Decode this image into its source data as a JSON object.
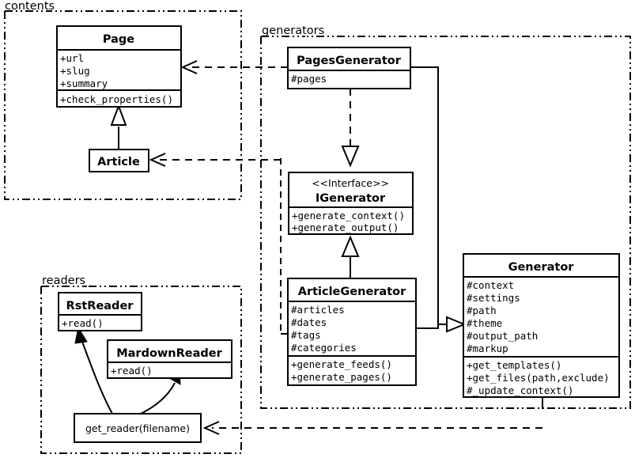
{
  "diagram": {
    "title": "UML class diagram",
    "stroke_color": "#000000",
    "background_color": "#ffffff"
  },
  "packages": [
    {
      "id": "contents",
      "label": "contents"
    },
    {
      "id": "generators",
      "label": "generators"
    },
    {
      "id": "readers",
      "label": "readers"
    }
  ],
  "classes": {
    "page": {
      "name": "Page",
      "attributes": [
        "+url",
        "+slug",
        "+summary"
      ],
      "methods": [
        "+check_properties()"
      ]
    },
    "article": {
      "name": "Article",
      "attributes": [],
      "methods": []
    },
    "pages_generator": {
      "name": "PagesGenerator",
      "attributes": [
        "#pages"
      ],
      "methods": []
    },
    "igenerator": {
      "stereotype": "<<Interface>>",
      "name": "IGenerator",
      "attributes": [],
      "methods": [
        "+generate_context()",
        "+generate_output()"
      ]
    },
    "article_generator": {
      "name": "ArticleGenerator",
      "attributes": [
        "#articles",
        "#dates",
        "#tags",
        "#categories"
      ],
      "methods": [
        "+generate_feeds()",
        "+generate_pages()"
      ]
    },
    "generator": {
      "name": "Generator",
      "attributes": [
        "#context",
        "#settings",
        "#path",
        "#theme",
        "#output_path",
        "#markup"
      ],
      "methods": [
        "+get_templates()",
        "+get_files(path,exclude)",
        "#_update_context()"
      ]
    },
    "rst_reader": {
      "name": "RstReader",
      "attributes": [],
      "methods": [
        "+read()"
      ]
    },
    "mardown_reader": {
      "name": "MardownReader",
      "attributes": [],
      "methods": [
        "+read()"
      ]
    },
    "get_reader": {
      "name": "get_reader(filename)"
    }
  },
  "relationships": [
    {
      "id": "article-to-page",
      "type": "generalization",
      "from": "Article",
      "to": "Page"
    },
    {
      "id": "pagesgenerator-to-igenerator",
      "type": "realization",
      "from": "PagesGenerator",
      "to": "IGenerator"
    },
    {
      "id": "articlegenerator-to-igenerator",
      "type": "generalization",
      "from": "ArticleGenerator",
      "to": "IGenerator"
    },
    {
      "id": "pagesgenerator-to-generator",
      "type": "generalization",
      "from": "PagesGenerator",
      "to": "Generator"
    },
    {
      "id": "articlegenerator-to-generator",
      "type": "generalization",
      "from": "ArticleGenerator",
      "to": "Generator"
    },
    {
      "id": "pagesgenerator-to-page",
      "type": "dependency",
      "from": "PagesGenerator",
      "to": "Page"
    },
    {
      "id": "articlegenerator-to-article",
      "type": "dependency",
      "from": "ArticleGenerator",
      "to": "Article"
    },
    {
      "id": "generator-to-getreader",
      "type": "dependency",
      "from": "Generator",
      "to": "get_reader(filename)"
    },
    {
      "id": "getreader-to-rstreader",
      "type": "call",
      "from": "get_reader(filename)",
      "to": "RstReader"
    },
    {
      "id": "getreader-to-mardownreader",
      "type": "call",
      "from": "get_reader(filename)",
      "to": "MardownReader"
    }
  ]
}
